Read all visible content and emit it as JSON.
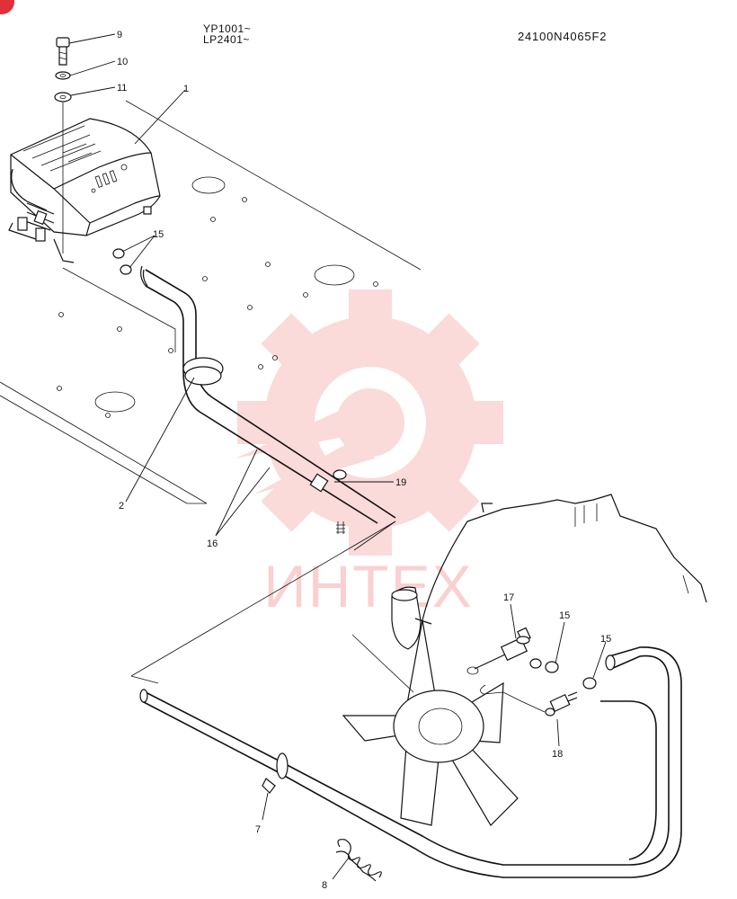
{
  "header": {
    "serial_1": "YP1001~",
    "serial_2": "LP2401~",
    "drawing_code": "24100N4065F2"
  },
  "watermark": {
    "text": "ИНТЕХ",
    "color": "#f05a5a"
  },
  "callouts": [
    {
      "id": "c9",
      "label": "9"
    },
    {
      "id": "c10",
      "label": "10"
    },
    {
      "id": "c11",
      "label": "11"
    },
    {
      "id": "c1",
      "label": "1"
    },
    {
      "id": "c15a",
      "label": "15"
    },
    {
      "id": "c2",
      "label": "2"
    },
    {
      "id": "c16",
      "label": "16"
    },
    {
      "id": "c19",
      "label": "19"
    },
    {
      "id": "c17",
      "label": "17"
    },
    {
      "id": "c15b",
      "label": "15"
    },
    {
      "id": "c15c",
      "label": "15"
    },
    {
      "id": "c18",
      "label": "18"
    },
    {
      "id": "c7",
      "label": "7"
    },
    {
      "id": "c8",
      "label": "8"
    }
  ]
}
